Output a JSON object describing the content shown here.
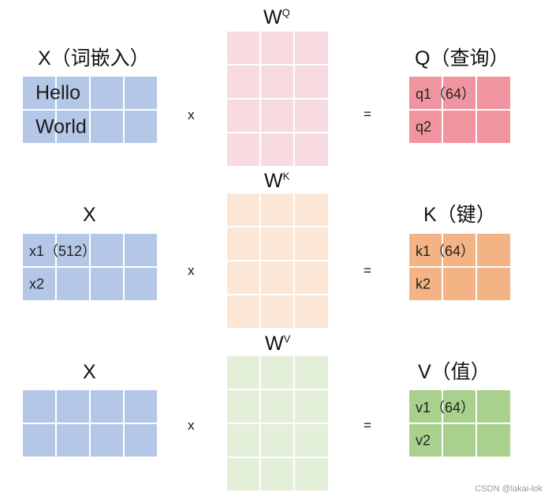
{
  "colors": {
    "x": "#b4c7e7",
    "wq": "#f8dbe0",
    "wk": "#fce6d6",
    "wv": "#e3efd9",
    "q": "#f0959f",
    "k": "#f4b384",
    "v": "#a9d18e"
  },
  "rows": [
    {
      "x_title": "X（词嵌入）",
      "x_cells": [
        "Hello",
        "World"
      ],
      "op_mul": "x",
      "w_title": "W",
      "w_sup": "Q",
      "op_eq": "=",
      "out_title": "Q（查询）",
      "out_cells": [
        "q1（64）",
        "q2"
      ]
    },
    {
      "x_title": "X",
      "x_cells": [
        "x1（512）",
        "x2"
      ],
      "op_mul": "x",
      "w_title": "W",
      "w_sup": "K",
      "op_eq": "=",
      "out_title": "K（键）",
      "out_cells": [
        "k1（64）",
        "k2"
      ]
    },
    {
      "x_title": "X",
      "x_cells": [
        "",
        ""
      ],
      "op_mul": "x",
      "w_title": "W",
      "w_sup": "V",
      "op_eq": "=",
      "out_title": "V（值）",
      "out_cells": [
        "v1（64）",
        "v2"
      ]
    }
  ],
  "watermark": "CSDN @lakai-lok"
}
